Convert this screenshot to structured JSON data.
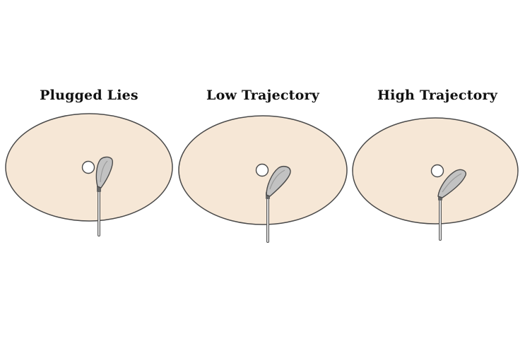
{
  "diagram": {
    "panels": [
      {
        "title": "Plugged Lies",
        "clubface": "closed"
      },
      {
        "title": "Low Trajectory",
        "clubface": "square"
      },
      {
        "title": "High Trajectory",
        "clubface": "open"
      }
    ],
    "colors": {
      "sand": "#f6e7d6",
      "outline": "#4a4a4a",
      "ball": "#ffffff",
      "club_head": "#c2c2c2",
      "shaft": "#dcdcdc",
      "title_text": "#111111"
    }
  }
}
